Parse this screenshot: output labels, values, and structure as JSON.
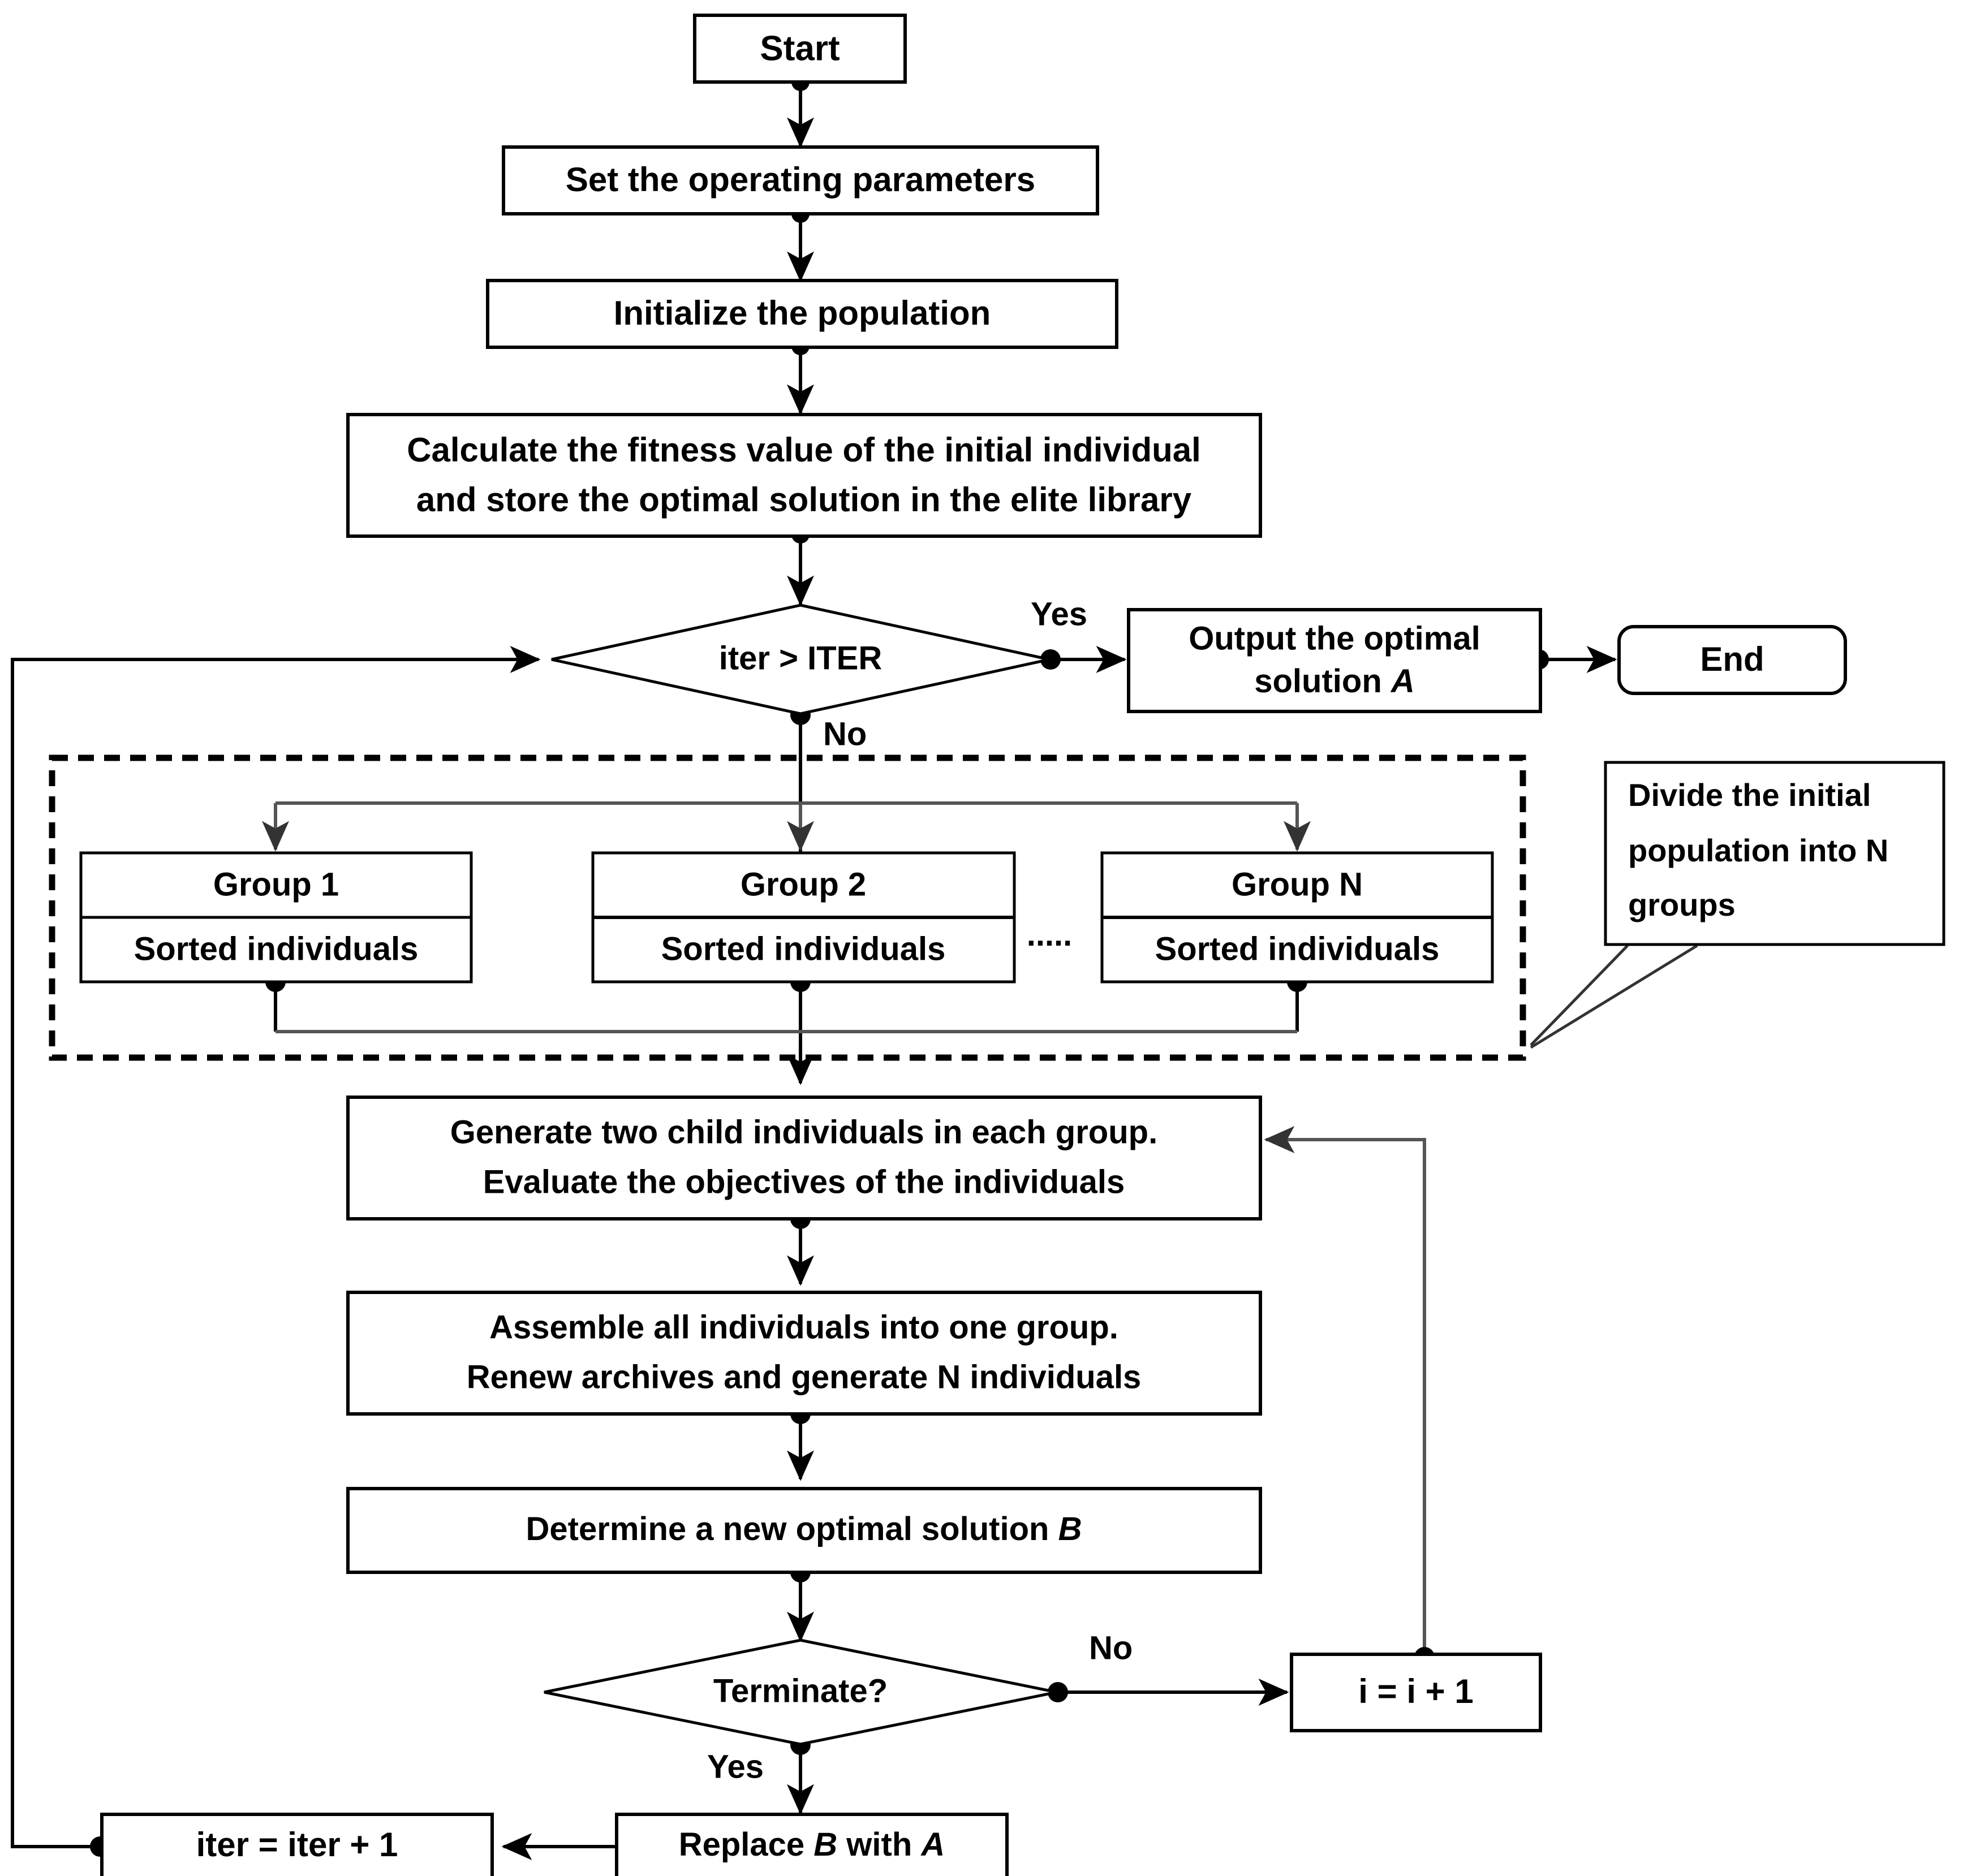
{
  "diagram": {
    "title": "Multi-objective evolutionary algorithm flowchart",
    "colors": {
      "stroke": "#000000",
      "background": "#ffffff",
      "connector_gray": "#555555"
    },
    "nodes": {
      "start": {
        "label": "Start",
        "shape": "rectangle"
      },
      "set_params": {
        "label": "Set the operating parameters",
        "shape": "rectangle"
      },
      "init_pop": {
        "label": "Initialize the population",
        "shape": "rectangle"
      },
      "calc_fitness": {
        "line1": "Calculate  the fitness value of the initial  individual",
        "line2": "and store the optimal  solution in the elite library",
        "shape": "rectangle"
      },
      "iter_check": {
        "label": "iter > ITER",
        "shape": "diamond"
      },
      "output_optimal": {
        "line1": "Output the optimal",
        "line2_prefix": "solution ",
        "line2_italic": "A",
        "shape": "rectangle"
      },
      "end": {
        "label": "End",
        "shape": "rounded-rectangle"
      },
      "group1": {
        "header": "Group 1",
        "body": "Sorted individuals"
      },
      "group2": {
        "header": "Group 2",
        "body": "Sorted individuals"
      },
      "groupN": {
        "header": "Group N",
        "body": "Sorted individuals"
      },
      "group_ellipsis": {
        "label": "....."
      },
      "generate_children": {
        "line1": "Generate two child individuals  in each group.",
        "line2": "Evaluate  the objectives  of the individuals",
        "shape": "rectangle"
      },
      "assemble": {
        "line1": "Assemble  all individuals  into one group.",
        "line2": "Renew archives  and generate N individuals",
        "shape": "rectangle"
      },
      "determine_b": {
        "prefix": "Determine  a new optimal  solution ",
        "italic": "B",
        "shape": "rectangle"
      },
      "terminate_check": {
        "label": "Terminate?",
        "shape": "diamond"
      },
      "i_increment": {
        "label": "i = i + 1",
        "shape": "rectangle"
      },
      "replace": {
        "prefix": "Replace ",
        "italic1": "B",
        "middle": " with ",
        "italic2": "A",
        "shape": "rectangle"
      },
      "iter_increment": {
        "label": "iter = iter + 1",
        "shape": "rectangle"
      }
    },
    "edge_labels": {
      "iter_yes": "Yes",
      "iter_no": "No",
      "terminate_no": "No",
      "terminate_yes": "Yes"
    },
    "callout": {
      "line1": "Divide   the   initial",
      "line2": "population  into  N",
      "line3": "groups"
    },
    "dashed_region": {
      "name": "group-partition-region"
    }
  }
}
